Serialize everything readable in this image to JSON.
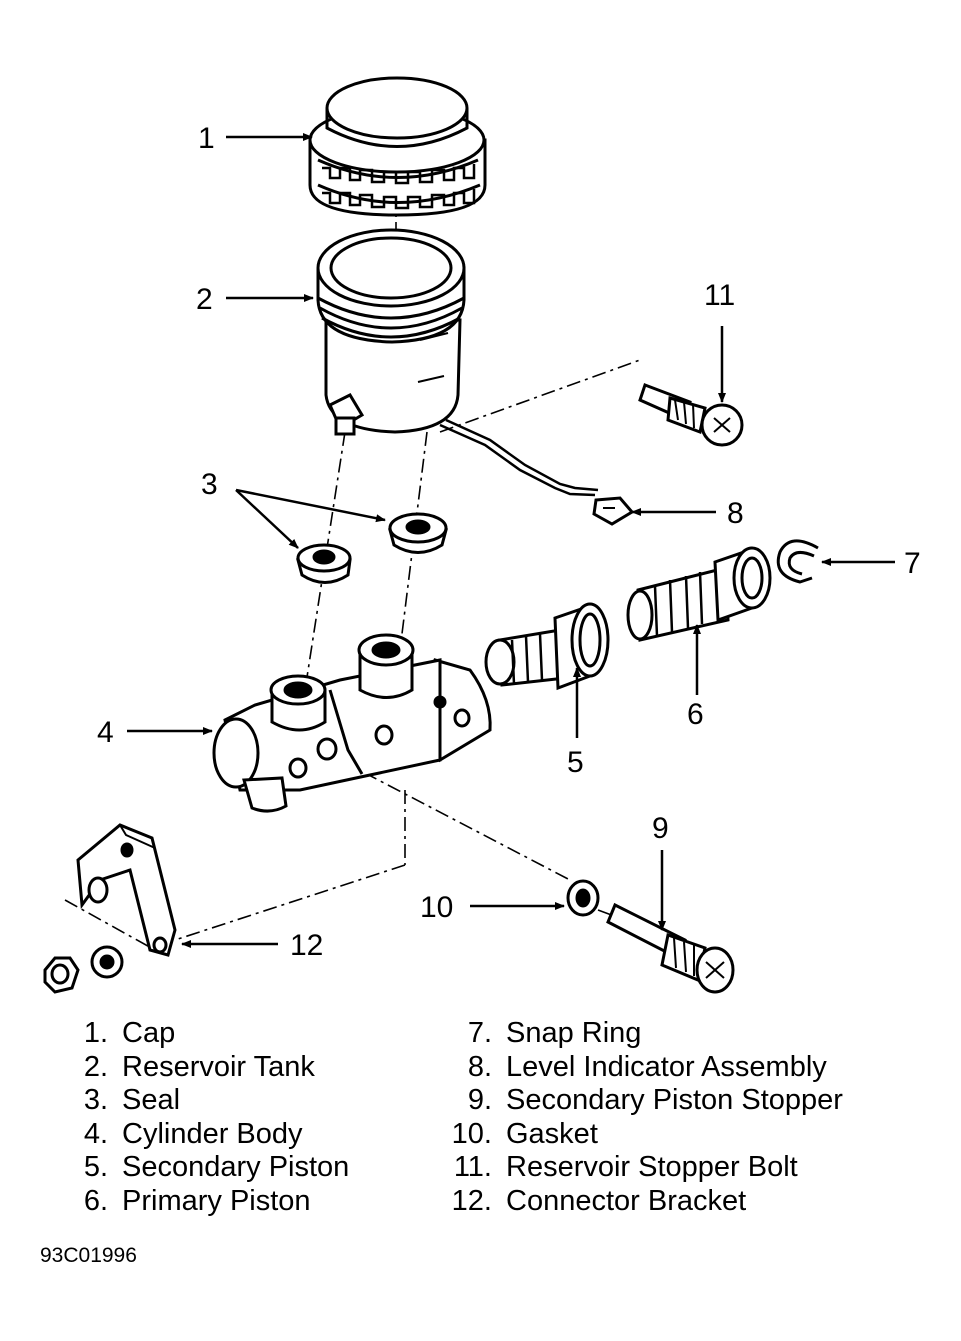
{
  "diagram": {
    "figure_code": "93C01996",
    "callouts": [
      "1",
      "2",
      "3",
      "4",
      "5",
      "6",
      "7",
      "8",
      "9",
      "10",
      "11",
      "12"
    ],
    "legend": [
      {
        "num": "1.",
        "label": "Cap"
      },
      {
        "num": "2.",
        "label": "Reservoir Tank"
      },
      {
        "num": "3.",
        "label": "Seal"
      },
      {
        "num": "4.",
        "label": "Cylinder Body"
      },
      {
        "num": "5.",
        "label": "Secondary Piston"
      },
      {
        "num": "6.",
        "label": "Primary Piston"
      },
      {
        "num": "7.",
        "label": "Snap Ring"
      },
      {
        "num": "8.",
        "label": "Level Indicator Assembly"
      },
      {
        "num": "9.",
        "label": "Secondary Piston Stopper"
      },
      {
        "num": "10.",
        "label": "Gasket"
      },
      {
        "num": "11.",
        "label": "Reservoir Stopper Bolt"
      },
      {
        "num": "12.",
        "label": "Connector Bracket"
      }
    ]
  }
}
